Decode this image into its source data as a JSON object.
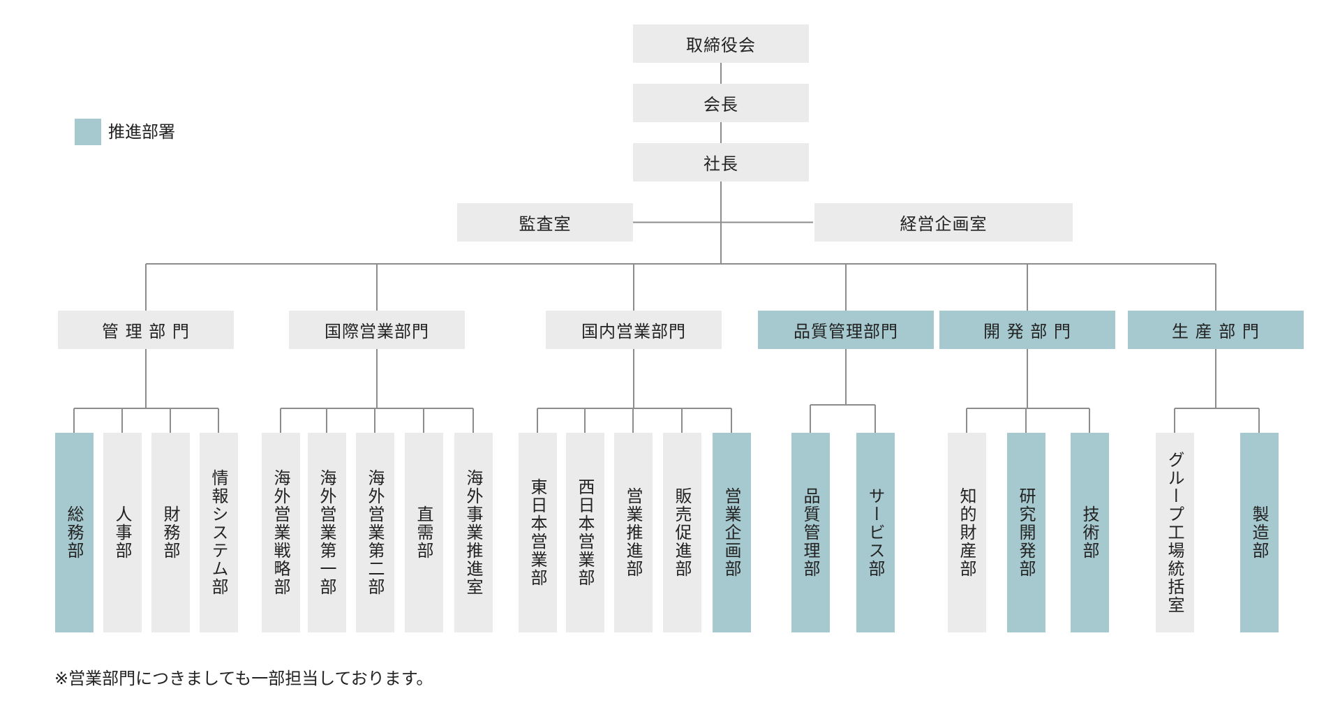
{
  "colors": {
    "normal": "#ebebeb",
    "highlight": "#a6c8cf",
    "line": "#8c8c8c",
    "text": "#222222"
  },
  "legend": {
    "label": "推進部署"
  },
  "note": "※営業部門につきましても一部担当しております。",
  "top": [
    {
      "label": "取締役会"
    },
    {
      "label": "会長"
    },
    {
      "label": "社長"
    }
  ],
  "staff": [
    {
      "label": "監査室"
    },
    {
      "label": "経営企画室"
    }
  ],
  "divisions": [
    {
      "label": "管 理 部 門",
      "highlight": false,
      "units": [
        {
          "label": "総務部",
          "highlight": true
        },
        {
          "label": "人事部",
          "highlight": false
        },
        {
          "label": "財務部",
          "highlight": false
        },
        {
          "label": "情報システム部",
          "highlight": false
        }
      ]
    },
    {
      "label": "国際営業部門",
      "highlight": false,
      "units": [
        {
          "label": "海外営業戦略部",
          "highlight": false
        },
        {
          "label": "海外営業第一部",
          "highlight": false
        },
        {
          "label": "海外営業第二部",
          "highlight": false
        },
        {
          "label": "直需部",
          "highlight": false
        },
        {
          "label": "海外事業推進室",
          "highlight": false
        }
      ]
    },
    {
      "label": "国内営業部門",
      "highlight": false,
      "units": [
        {
          "label": "東日本営業部",
          "highlight": false
        },
        {
          "label": "西日本営業部",
          "highlight": false
        },
        {
          "label": "営業推進部",
          "highlight": false
        },
        {
          "label": "販売促進部",
          "highlight": false
        },
        {
          "label": "営業企画部",
          "highlight": true
        }
      ]
    },
    {
      "label": "品質管理部門",
      "highlight": true,
      "units": [
        {
          "label": "品質管理部",
          "highlight": true
        },
        {
          "label": "サービス部",
          "highlight": true
        }
      ]
    },
    {
      "label": "開 発 部 門",
      "highlight": true,
      "units": [
        {
          "label": "知的財産部",
          "highlight": false
        },
        {
          "label": "研究開発部",
          "highlight": true
        },
        {
          "label": "技術部",
          "highlight": true
        }
      ]
    },
    {
      "label": "生 産 部 門",
      "highlight": true,
      "units": [
        {
          "label": "グループ工場統括室",
          "highlight": false
        },
        {
          "label": "製造部",
          "highlight": true
        }
      ]
    }
  ]
}
